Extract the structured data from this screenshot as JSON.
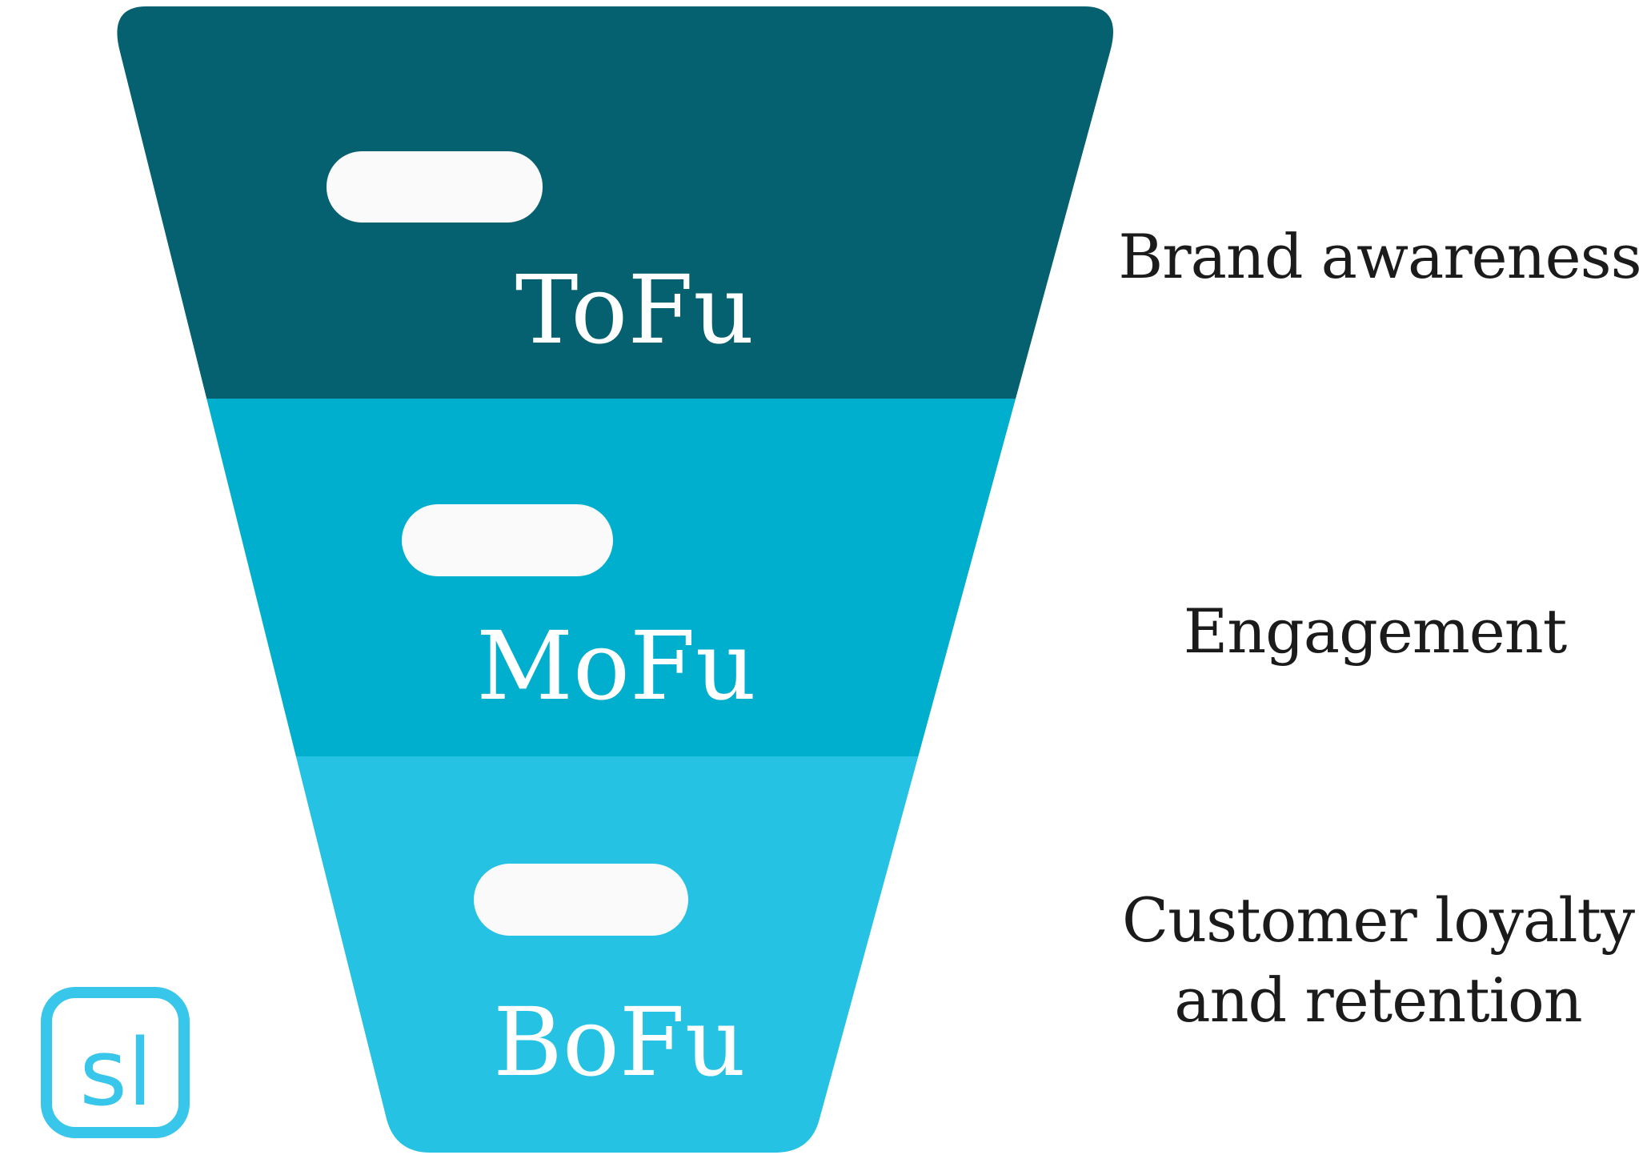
{
  "funnel": {
    "stages": [
      {
        "id": "tofu",
        "label": "ToFu",
        "color": "#05606F",
        "description_line1": "Brand awareness",
        "description_line2": ""
      },
      {
        "id": "mofu",
        "label": "MoFu",
        "color": "#00AECD",
        "description_line1": "Engagement",
        "description_line2": ""
      },
      {
        "id": "bofu",
        "label": "BoFu",
        "color": "#25C2E3",
        "description_line1": "Customer loyalty",
        "description_line2": "and retention"
      }
    ],
    "pill_color": "#FAFAFA",
    "stage_text_color": "#FFFFFF"
  },
  "side_labels_color": "#1B1B1B",
  "background_color": "#FFFFFF",
  "logo": {
    "text": "sl",
    "color": "#38C6EB"
  }
}
